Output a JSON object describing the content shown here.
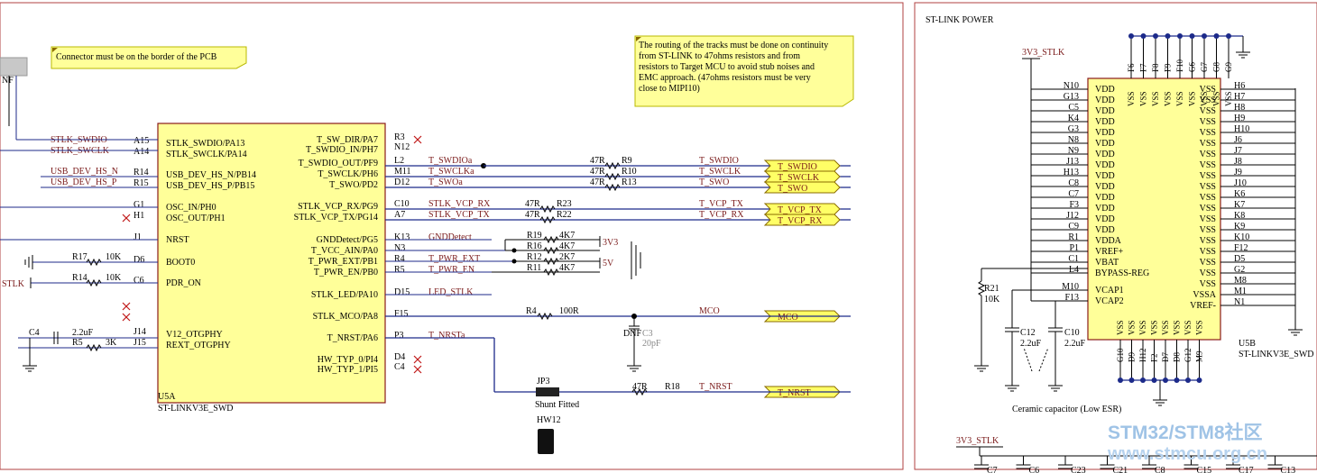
{
  "left": {
    "note_connector": "Connector must be on the border of the PCB",
    "note_routing": [
      "The routing of the tracks must be done on continuity",
      "from ST-LINK to 47ohms resistors and from",
      "resistors to Target MCU to avoid stub noises and",
      "EMC approach. (47ohms resistors must be very",
      "close to MIPI10)"
    ],
    "dnf_top": "NF",
    "ic": {
      "designator": "U5A",
      "part": "ST-LINKV3E_SWD",
      "left_pins": [
        {
          "net": "STLK_SWDIO",
          "num": "A15",
          "name": "STLK_SWDIO/PA13"
        },
        {
          "net": "STLK_SWCLK",
          "num": "A14",
          "name": "STLK_SWCLK/PA14"
        },
        {
          "net": "USB_DEV_HS_N",
          "num": "R14",
          "name": "USB_DEV_HS_N/PB14"
        },
        {
          "net": "USB_DEV_HS_P",
          "num": "R15",
          "name": "USB_DEV_HS_P/PB15"
        },
        {
          "net": "",
          "num": "G1",
          "name": "OSC_IN/PH0"
        },
        {
          "net": "",
          "num": "H1",
          "name": "OSC_OUT/PH1"
        },
        {
          "net": "",
          "num": "J1",
          "name": "NRST"
        },
        {
          "net": "",
          "num": "D6",
          "name": "BOOT0"
        },
        {
          "net": "",
          "num": "C6",
          "name": "PDR_ON"
        },
        {
          "net": "",
          "num": "J14",
          "name": "V12_OTGPHY"
        },
        {
          "net": "",
          "num": "J15",
          "name": "REXT_OTGPHY"
        }
      ],
      "right_pins": [
        {
          "num": "R3",
          "name": "T_SW_DIR/PA7",
          "net": ""
        },
        {
          "num": "N12",
          "name": "T_SWDIO_IN/PH7",
          "net": ""
        },
        {
          "num": "L2",
          "name": "T_SWDIO_OUT/PF9",
          "net": "T_SWDIOa"
        },
        {
          "num": "M11",
          "name": "T_SWCLK/PH6",
          "net": "T_SWCLKa"
        },
        {
          "num": "D12",
          "name": "T_SWO/PD2",
          "net": "T_SWOa"
        },
        {
          "num": "C10",
          "name": "STLK_VCP_RX/PG9",
          "net": "STLK_VCP_RX"
        },
        {
          "num": "A7",
          "name": "STLK_VCP_TX/PG14",
          "net": "STLK_VCP_TX"
        },
        {
          "num": "K13",
          "name": "GNDDetect/PG5",
          "net": "GNDDetect"
        },
        {
          "num": "N3",
          "name": "T_VCC_AIN/PA0",
          "net": ""
        },
        {
          "num": "R4",
          "name": "T_PWR_EXT/PB1",
          "net": "T_PWR_EXT"
        },
        {
          "num": "R5",
          "name": "T_PWR_EN/PB0",
          "net": "T_PWR_EN"
        },
        {
          "num": "D15",
          "name": "STLK_LED/PA10",
          "net": "LED_STLK"
        },
        {
          "num": "F15",
          "name": "STLK_MCO/PA8",
          "net": ""
        },
        {
          "num": "P3",
          "name": "T_NRST/PA6",
          "net": "T_NRSTa"
        },
        {
          "num": "D4",
          "name": "HW_TYP_0/PI4",
          "net": ""
        },
        {
          "num": "C4",
          "name": "HW_TYP_1/PI5",
          "net": ""
        }
      ]
    },
    "series_resistors": [
      {
        "val": "47R",
        "ref": "R9",
        "net": "T_SWDIO",
        "port": "T_SWDIO"
      },
      {
        "val": "47R",
        "ref": "R10",
        "net": "T_SWCLK",
        "port": "T_SWCLK"
      },
      {
        "val": "47R",
        "ref": "R13",
        "net": "T_SWO",
        "port": "T_SWO"
      },
      {
        "val": "47R",
        "ref": "R23",
        "net": "T_VCP_TX",
        "port": "T_VCP_TX"
      },
      {
        "val": "47R",
        "ref": "R22",
        "net": "T_VCP_RX",
        "port": "T_VCP_RX"
      }
    ],
    "divider_resistors": [
      {
        "ref": "R19",
        "val": "4K7"
      },
      {
        "ref": "R16",
        "val": "4K7"
      },
      {
        "ref": "R12",
        "val": "2K7"
      },
      {
        "ref": "R11",
        "val": "4K7"
      }
    ],
    "rail_3v3": "3V3",
    "rail_5v": "5V",
    "boot_res": {
      "ref": "R17",
      "val": "10K"
    },
    "pdr_res": {
      "ref": "R14",
      "val": "10K"
    },
    "stlk_partial": "STLK",
    "c4": {
      "ref": "C4",
      "val": "2.2uF"
    },
    "r5": {
      "ref": "R5",
      "val": "3K"
    },
    "mco_res": {
      "ref": "R4",
      "val": "100R"
    },
    "mco_net": "MCO",
    "mco_port": "MCO",
    "c3": {
      "dnf": "DNF",
      "ref": "C3",
      "val": "20pF"
    },
    "jumper": {
      "ref": "JP3",
      "label": "Shunt Fitted",
      "hw": "HW12"
    },
    "nrst_res": {
      "val": "47R",
      "ref": "R18"
    },
    "nrst_net": "T_NRST",
    "nrst_port": "T_NRST"
  },
  "right": {
    "title": "ST-LINK POWER",
    "rail": "3V3_STLK",
    "rail2": "3V3_STLK",
    "top_pins": [
      "F6",
      "F7",
      "F8",
      "F9",
      "F10",
      "G6",
      "G7",
      "G8",
      "G9"
    ],
    "left_pins": [
      {
        "num": "N10",
        "name": "VDD"
      },
      {
        "num": "G13",
        "name": "VDD"
      },
      {
        "num": "C5",
        "name": "VDD"
      },
      {
        "num": "K4",
        "name": "VDD"
      },
      {
        "num": "G3",
        "name": "VDD"
      },
      {
        "num": "N8",
        "name": "VDD"
      },
      {
        "num": "N9",
        "name": "VDD"
      },
      {
        "num": "J13",
        "name": "VDD"
      },
      {
        "num": "H13",
        "name": "VDD"
      },
      {
        "num": "C8",
        "name": "VDD"
      },
      {
        "num": "C7",
        "name": "VDD"
      },
      {
        "num": "F3",
        "name": "VDD"
      },
      {
        "num": "J12",
        "name": "VDD"
      },
      {
        "num": "C9",
        "name": "VDD"
      },
      {
        "num": "R1",
        "name": "VDDA"
      },
      {
        "num": "P1",
        "name": "VREF+"
      },
      {
        "num": "C1",
        "name": "VBAT"
      },
      {
        "num": "L4",
        "name": "BYPASS-REG"
      },
      {
        "num": "M10",
        "name": "VCAP1"
      },
      {
        "num": "F13",
        "name": "VCAP2"
      }
    ],
    "right_pins": [
      {
        "num": "H6",
        "name": "VSS"
      },
      {
        "num": "H7",
        "name": "VSS"
      },
      {
        "num": "H8",
        "name": "VSS"
      },
      {
        "num": "H9",
        "name": "VSS"
      },
      {
        "num": "H10",
        "name": "VSS"
      },
      {
        "num": "J6",
        "name": "VSS"
      },
      {
        "num": "J7",
        "name": "VSS"
      },
      {
        "num": "J8",
        "name": "VSS"
      },
      {
        "num": "J9",
        "name": "VSS"
      },
      {
        "num": "J10",
        "name": "VSS"
      },
      {
        "num": "K6",
        "name": "VSS"
      },
      {
        "num": "K7",
        "name": "VSS"
      },
      {
        "num": "K8",
        "name": "VSS"
      },
      {
        "num": "K9",
        "name": "VSS"
      },
      {
        "num": "K10",
        "name": "VSS"
      },
      {
        "num": "F12",
        "name": "VSS"
      },
      {
        "num": "D5",
        "name": "VSS"
      },
      {
        "num": "G2",
        "name": "VSS"
      },
      {
        "num": "M8",
        "name": "VSS"
      },
      {
        "num": "M1",
        "name": "VSSA"
      },
      {
        "num": "N1",
        "name": "VREF-"
      }
    ],
    "bottom_pins": [
      "G10",
      "D9",
      "H12",
      "F2",
      "D7",
      "D8",
      "G12",
      "M9"
    ],
    "inner_vss": "VSS",
    "designator": "U5B",
    "part": "ST-LINKV3E_SWD",
    "r21": {
      "ref": "R21",
      "val": "10K"
    },
    "c12": {
      "ref": "C12",
      "val": "2.2uF"
    },
    "c10": {
      "ref": "C10",
      "val": "2.2uF"
    },
    "ceramic_note": "Ceramic capacitor (Low ESR)",
    "bottom_caps": [
      "C7",
      "C6",
      "C23",
      "C21",
      "C8",
      "C15",
      "C17",
      "C13"
    ]
  },
  "watermark": {
    "line1": "STM32/STM8社区",
    "line2": "www.stmcu.org.cn"
  }
}
